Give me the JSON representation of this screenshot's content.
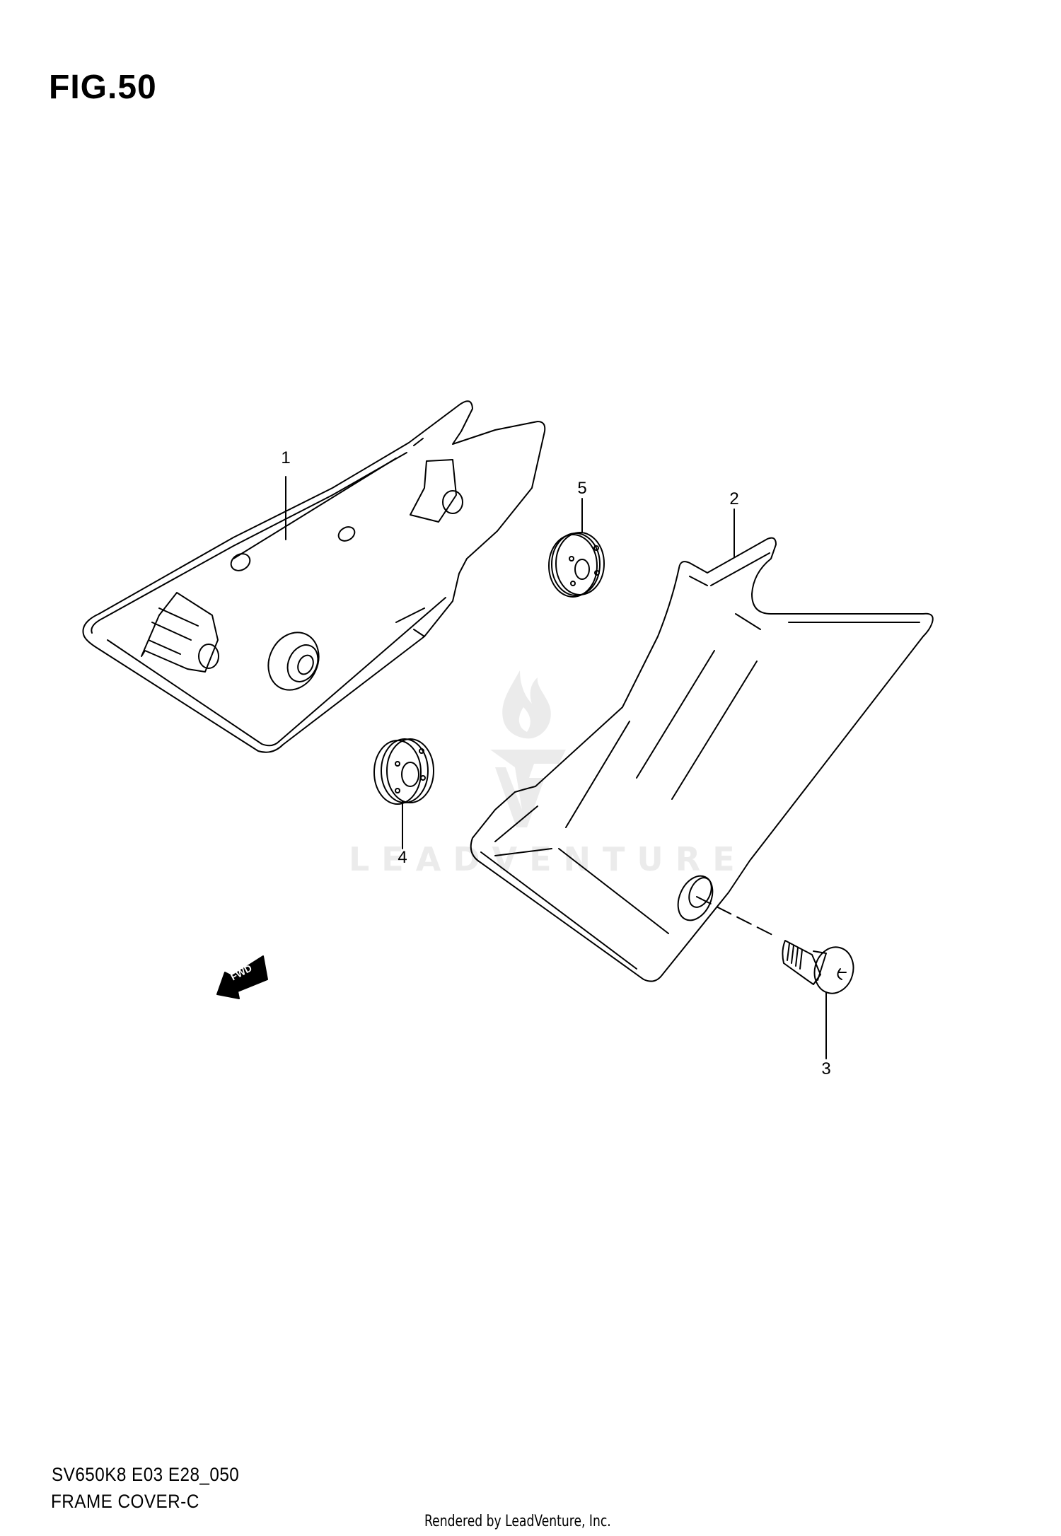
{
  "figure": {
    "title": "FIG.50",
    "model_code": "SV650K8 E03 E28_050",
    "section_name": "FRAME COVER-C",
    "credit": "Rendered by LeadVenture, Inc."
  },
  "watermark": {
    "text": "LEADVENTURE",
    "color": "#ebebeb"
  },
  "callouts": [
    {
      "number": "1",
      "part": "frame-cover-left"
    },
    {
      "number": "2",
      "part": "frame-cover-right"
    },
    {
      "number": "3",
      "part": "bolt"
    },
    {
      "number": "4",
      "part": "grommet"
    },
    {
      "number": "5",
      "part": "grommet"
    }
  ],
  "direction_indicator": {
    "label": "FWD"
  },
  "colors": {
    "line": "#000000",
    "background": "#ffffff",
    "watermark": "#ebebeb"
  }
}
